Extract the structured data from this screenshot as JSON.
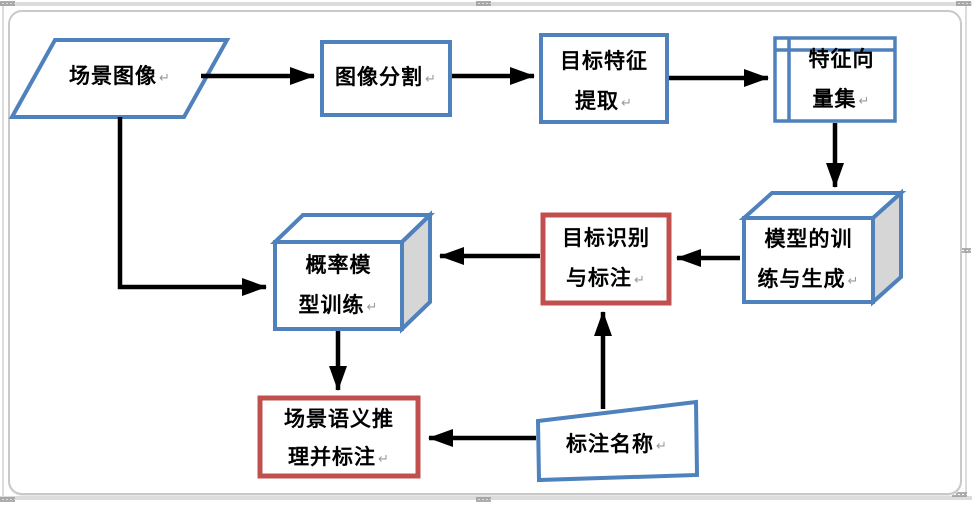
{
  "diagram_title": "scene-image semantic annotation flowchart",
  "marks": {
    "pilcrow": "↵"
  },
  "colors": {
    "shape_blue": "#4F81BD",
    "shape_red": "#C0504D",
    "connector_black": "#000000",
    "cube_side_gray": "#D6D6D6",
    "cube_top_white": "#FFFFFF",
    "canvas_border_gray": "#C9C9C9"
  },
  "nodes": {
    "scene_image": {
      "shape": "parallelogram",
      "line1": "场景图像"
    },
    "image_segmentation": {
      "shape": "rectangle",
      "line1": "图像分割"
    },
    "target_feature_extraction": {
      "shape": "rectangle",
      "line1": "目标特征",
      "line2": "提取"
    },
    "feature_vector_set": {
      "shape": "internal-storage",
      "line1": "特征向",
      "line2": "量集"
    },
    "model_training_generation": {
      "shape": "cube",
      "line1": "模型的训",
      "line2": "练与生成"
    },
    "target_recognition_annotation": {
      "shape": "rectangle-red",
      "line1": "目标识别",
      "line2": "与标注"
    },
    "probability_model_training": {
      "shape": "cube",
      "line1": "概率模",
      "line2": "型训练"
    },
    "scene_semantic_annotation": {
      "shape": "rectangle-red",
      "line1": "场景语义推",
      "line2": "理并标注"
    },
    "annotation_name": {
      "shape": "manual-input",
      "line1": "标注名称"
    }
  },
  "edges": [
    {
      "from": "scene_image",
      "to": "image_segmentation"
    },
    {
      "from": "image_segmentation",
      "to": "target_feature_extraction"
    },
    {
      "from": "target_feature_extraction",
      "to": "feature_vector_set"
    },
    {
      "from": "feature_vector_set",
      "to": "model_training_generation"
    },
    {
      "from": "model_training_generation",
      "to": "target_recognition_annotation"
    },
    {
      "from": "target_recognition_annotation",
      "to": "probability_model_training"
    },
    {
      "from": "scene_image",
      "to": "probability_model_training"
    },
    {
      "from": "probability_model_training",
      "to": "scene_semantic_annotation"
    },
    {
      "from": "annotation_name",
      "to": "target_recognition_annotation"
    },
    {
      "from": "annotation_name",
      "to": "scene_semantic_annotation"
    }
  ]
}
